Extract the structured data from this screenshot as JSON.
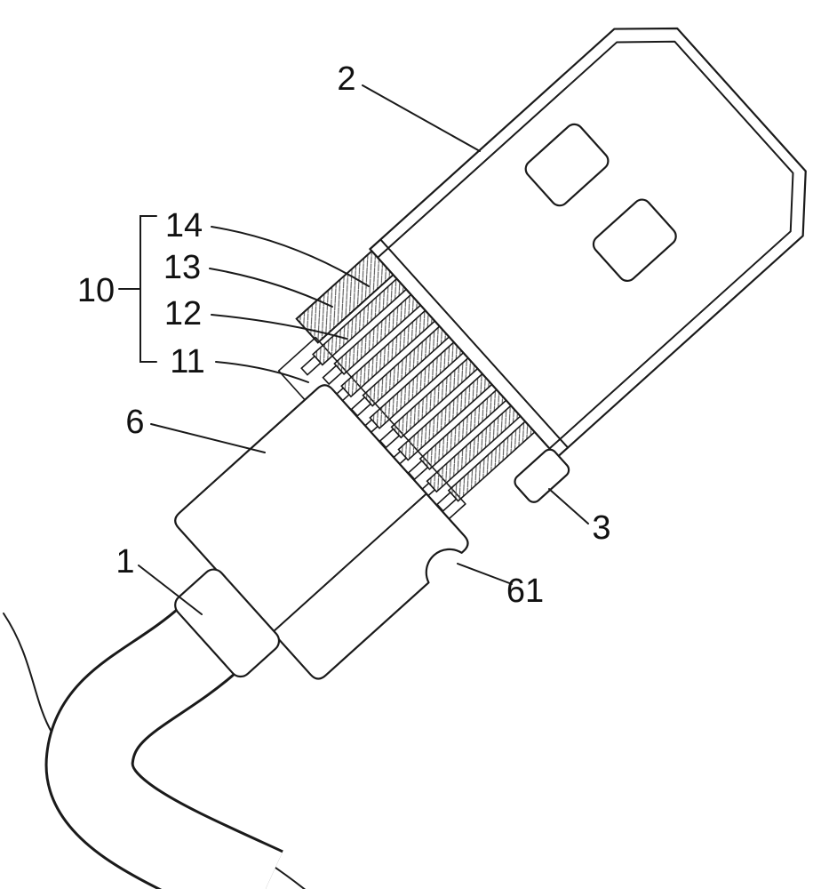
{
  "figure": {
    "kind": "patent line drawing",
    "subject": "cable connector assembly perspective view",
    "colors": {
      "line": "#1a1a1a",
      "background": "#ffffff"
    }
  },
  "labels": [
    {
      "id": "2",
      "text": "2"
    },
    {
      "id": "14",
      "text": "14"
    },
    {
      "id": "13",
      "text": "13"
    },
    {
      "id": "12",
      "text": "12"
    },
    {
      "id": "11",
      "text": "11"
    },
    {
      "id": "10",
      "text": "10"
    },
    {
      "id": "6",
      "text": "6"
    },
    {
      "id": "1",
      "text": "1"
    },
    {
      "id": "3",
      "text": "3"
    },
    {
      "id": "61",
      "text": "61"
    }
  ]
}
